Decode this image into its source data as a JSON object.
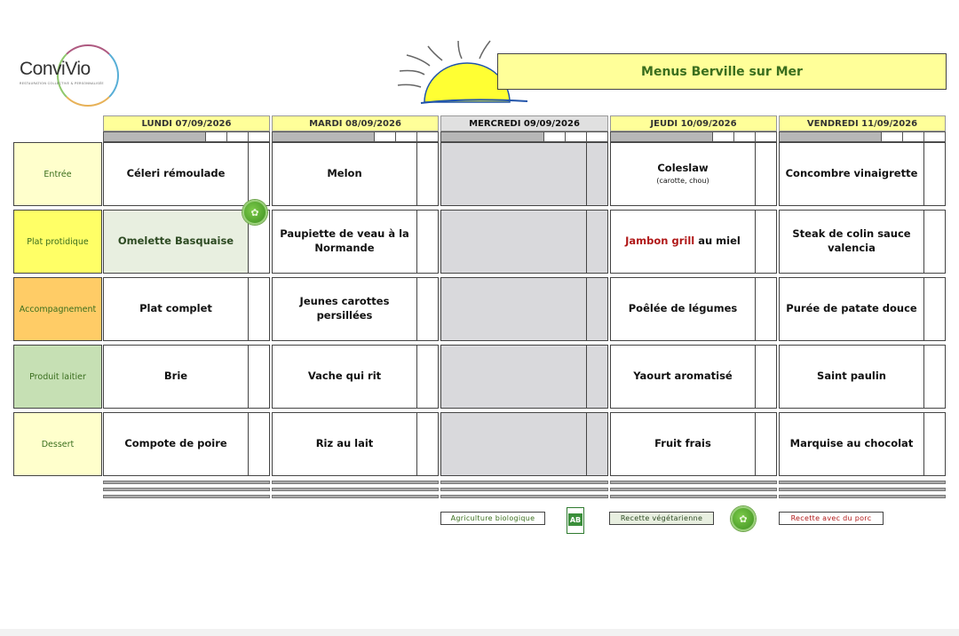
{
  "brand": {
    "name": "ConviVio",
    "tagline": "RESTAURATION COLLECTIVE & PERSONNALISÉE"
  },
  "title": "Menus Berville sur Mer",
  "days": [
    {
      "label": "LUNDI  07/09/2026",
      "off": false
    },
    {
      "label": "MARDI 08/09/2026",
      "off": false
    },
    {
      "label": "MERCREDI 09/09/2026",
      "off": true
    },
    {
      "label": "JEUDI 10/09/2026",
      "off": false
    },
    {
      "label": "VENDREDI 11/09/2026",
      "off": false
    }
  ],
  "categories": [
    {
      "label": "Entrée",
      "color": "#ffffcc",
      "text_color": "#3a6e1e"
    },
    {
      "label": "Plat protidique",
      "color": "#ffff66",
      "text_color": "#3a6e1e"
    },
    {
      "label": "Accompagnement",
      "color": "#ffcc66",
      "text_color": "#3a6e1e"
    },
    {
      "label": "Produit laitier",
      "color": "#c6e0b4",
      "text_color": "#3a6e1e"
    },
    {
      "label": "Dessert",
      "color": "#ffffcc",
      "text_color": "#3a6e1e"
    }
  ],
  "menu": {
    "entree": {
      "mon": "Céleri rémoulade",
      "tue": "Melon",
      "thu": "Coleslaw",
      "thu_sub": "(carotte, chou)",
      "fri": "Concombre vinaigrette"
    },
    "plat": {
      "mon": "Omelette Basquaise",
      "mon_badge": "veg",
      "tue": "Paupiette de veau à la Normande",
      "thu_pork": "Jambon grill",
      "thu_rest": " au miel",
      "fri": "Steak de colin sauce valencia"
    },
    "accompagnement": {
      "mon": "Plat complet",
      "tue": "Jeunes carottes persillées",
      "thu": "Poêlée de légumes",
      "fri": "Purée de patate douce"
    },
    "laitier": {
      "mon": "Brie",
      "tue": "Vache qui rit",
      "thu": "Yaourt aromatisé",
      "fri": "Saint paulin"
    },
    "dessert": {
      "mon": "Compote de poire",
      "tue": "Riz au lait",
      "thu": "Fruit frais",
      "fri": "Marquise au chocolat"
    }
  },
  "legend": {
    "bio": "Agriculture biologique",
    "veg": "Recette végétarienne",
    "pork": "Recette avec du porc",
    "ab_logo": "AB"
  },
  "colors": {
    "title_bg": "#ffff99",
    "title_text": "#3a6e1e",
    "pork": "#b01818",
    "veg_bg": "#e8efe0",
    "off_day": "#d9d9dc"
  }
}
